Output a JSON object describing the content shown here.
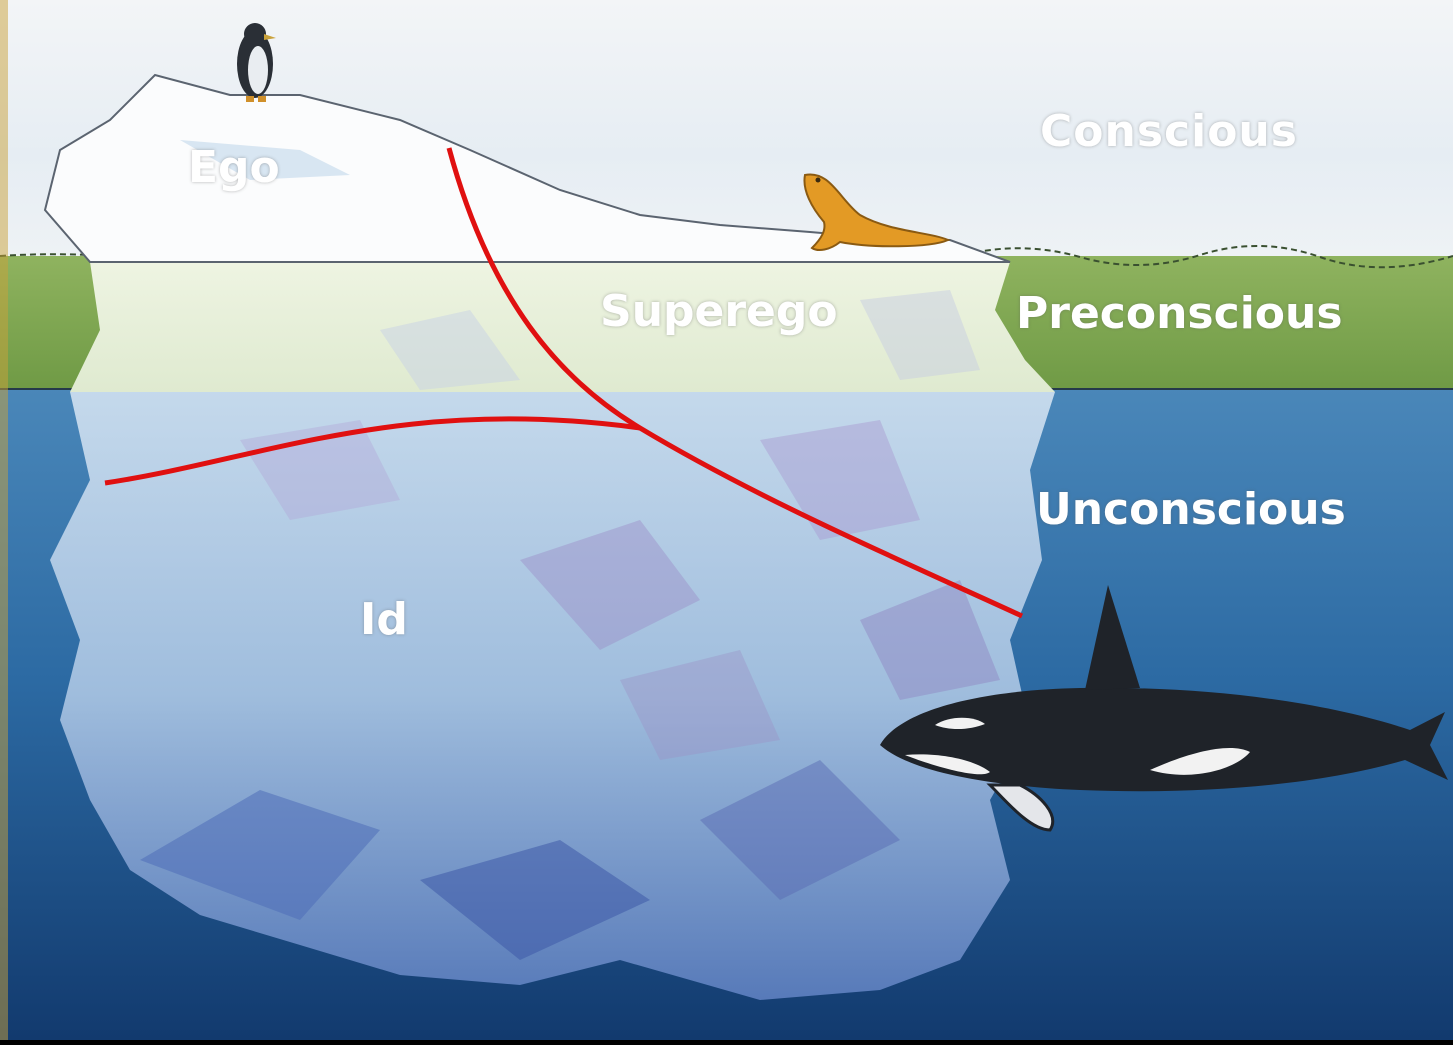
{
  "labels": {
    "ego": "Ego",
    "superego": "Superego",
    "id": "Id",
    "conscious": "Conscious",
    "preconscious": "Preconscious",
    "unconscious": "Unconscious"
  },
  "icons": [
    "penguin-icon",
    "seal-icon",
    "orca-icon"
  ],
  "colors": {
    "sky": "#e8eef4",
    "preconscious_band": "#7fa653",
    "ocean_shallow": "#3f7fb3",
    "ocean_deep": "#163d72",
    "iceberg": "#dce9f3",
    "divider_lines": "#e01010"
  }
}
